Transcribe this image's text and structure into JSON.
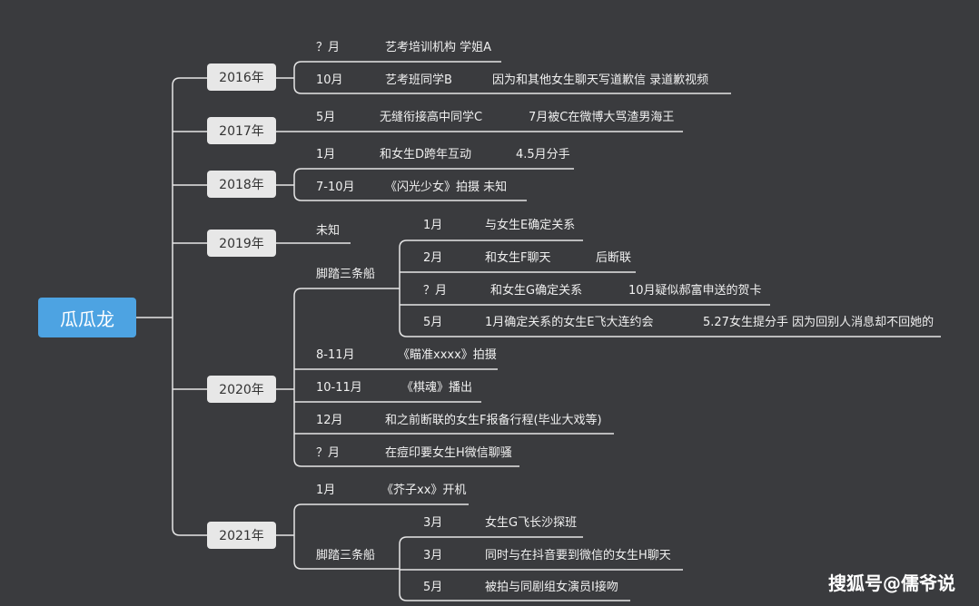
{
  "root": "瓜瓜龙",
  "years": {
    "y2016": "2016年",
    "y2017": "2017年",
    "y2018": "2018年",
    "y2019": "2019年",
    "y2020": "2020年",
    "y2021": "2021年"
  },
  "items": {
    "a1": "？月",
    "a2": "艺考培训机构 学姐A",
    "b1": "10月",
    "b2": "艺考班同学B",
    "b3": "因为和其他女生聊天写道歉信 录道歉视频",
    "c1": "5月",
    "c2": "无缝衔接高中同学C",
    "c3": "7月被C在微博大骂渣男海王",
    "d1": "1月",
    "d2": "和女生D跨年互动",
    "d3": "4.5月分手",
    "e1": "7-10月",
    "e2": "《闪光少女》拍摄 未知",
    "f1": "未知",
    "g0": "脚踏三条船",
    "g1a": "1月",
    "g1b": "与女生E确定关系",
    "g2a": "2月",
    "g2b": "和女生F聊天",
    "g2c": "后断联",
    "g3a": "？月",
    "g3b": "和女生G确定关系",
    "g3c": "10月疑似郝富申送的贺卡",
    "g4a": "5月",
    "g4b": "1月确定关系的女生E飞大连约会",
    "g4c": "5.27女生提分手 因为回别人消息却不回她的",
    "h1": "8-11月",
    "h2": "《瞄准xxxx》拍摄",
    "i1": "10-11月",
    "i2": "《棋魂》播出",
    "j1": "12月",
    "j2": "和之前断联的女生F报备行程(毕业大戏等)",
    "k1": "？月",
    "k2": "在痘印要女生H微信聊骚",
    "l1": "1月",
    "l2": "《芥子xx》开机",
    "m0": "脚踏三条船",
    "m1a": "3月",
    "m1b": "女生G飞长沙探班",
    "m2a": "3月",
    "m2b": "同时与在抖音要到微信的女生H聊天",
    "m3a": "5月",
    "m3b": "被拍与同剧组女演员I接吻"
  },
  "watermark": "搜狐号@儒爷说"
}
